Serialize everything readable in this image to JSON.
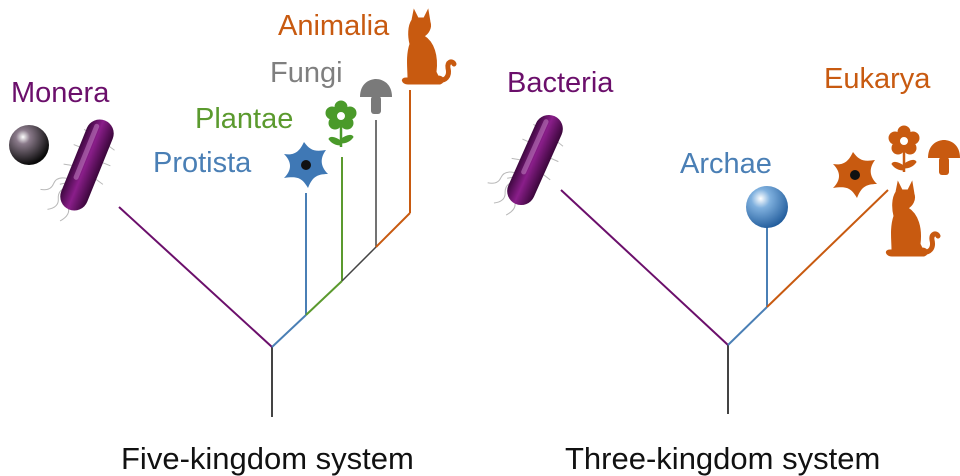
{
  "colors": {
    "monera": "#6b0f6b",
    "protista": "#4a7fb5",
    "plantae": "#5b9a2e",
    "fungi": "#7f7f7f",
    "animalia": "#c85a10",
    "trunk": "#444444"
  },
  "five_kingdom": {
    "caption": "Five-kingdom system",
    "labels": {
      "monera": "Monera",
      "protista": "Protista",
      "plantae": "Plantae",
      "fungi": "Fungi",
      "animalia": "Animalia"
    }
  },
  "three_kingdom": {
    "caption": "Three-kingdom system",
    "labels": {
      "bacteria": "Bacteria",
      "archae": "Archae",
      "eukarya": "Eukarya"
    }
  },
  "icons": [
    "sphere-icon",
    "bacterium-icon",
    "protist-cell-icon",
    "flower-icon",
    "mushroom-icon",
    "cat-icon"
  ]
}
